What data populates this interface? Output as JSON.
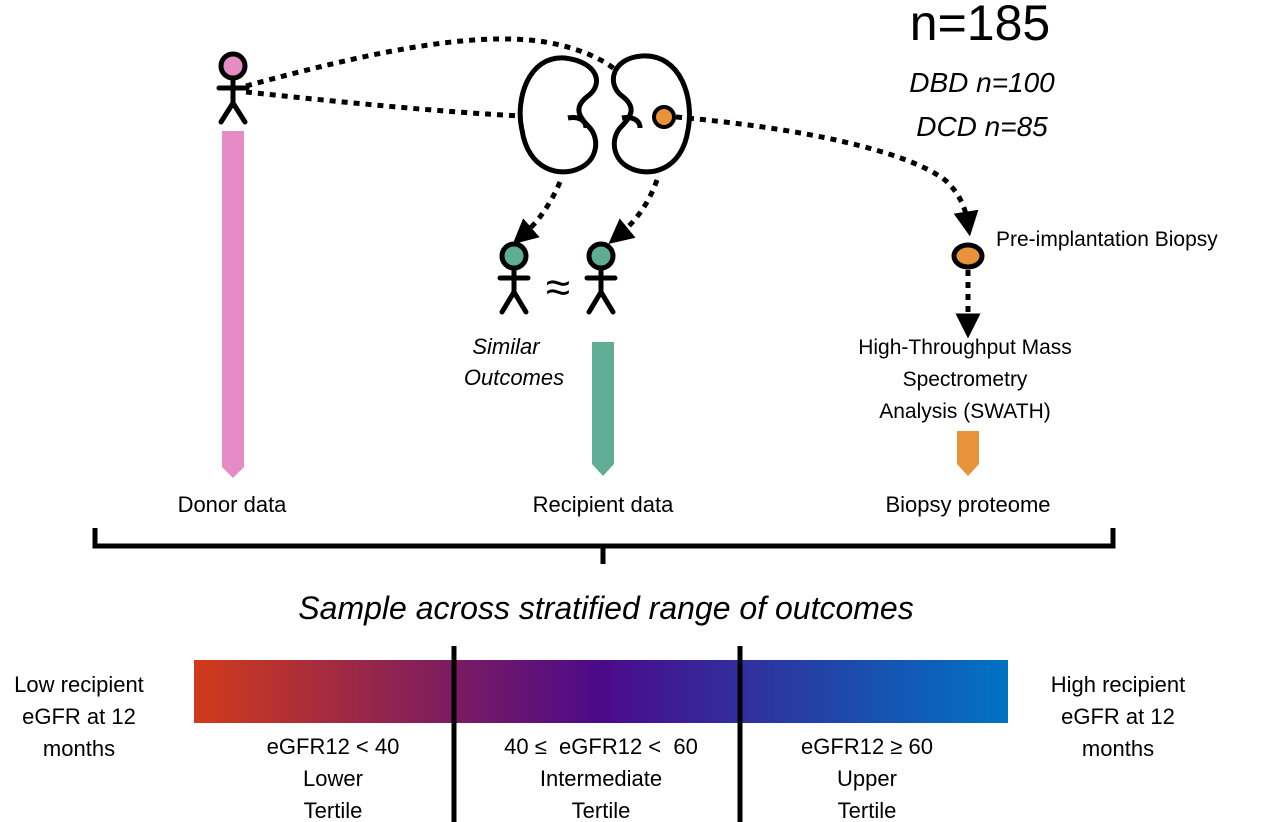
{
  "header": {
    "total": "n=185",
    "dbd": "DBD n=100",
    "dcd": "DCD n=85"
  },
  "flow": {
    "biopsy_label": "Pre-implantation Biopsy",
    "approx_symbol": "≈",
    "similar_line1": "Similar",
    "similar_line2": "Outcomes",
    "ms_line1": "High-Throughput Mass",
    "ms_line2": "Spectrometry",
    "ms_line3": "Analysis (SWATH)"
  },
  "data_sources": {
    "donor": "Donor data",
    "recipient": "Recipient data",
    "biopsy": "Biopsy proteome"
  },
  "sample_title": "Sample across stratified range of outcomes",
  "gradient": {
    "left_line1": "Low recipient",
    "left_line2": "eGFR at 12",
    "left_line3": "months",
    "right_line1": "High recipient",
    "right_line2": "eGFR at 12",
    "right_line3": "months",
    "colors": {
      "low": "#d13b1a",
      "mid": "#4b0a8a",
      "high": "#0073c2"
    }
  },
  "tertiles": [
    {
      "line1": "eGFR12 < 40",
      "line2": "Lower",
      "line3": "Tertile"
    },
    {
      "line1": "40 ≤  eGFR12 <  60",
      "line2": "Intermediate",
      "line3": "Tertile"
    },
    {
      "line1": "eGFR12 ≥ 60",
      "line2": "Upper",
      "line3": "Tertile"
    }
  ],
  "colors": {
    "donor": "#e58bc6",
    "recipient": "#5fad94",
    "biopsy": "#e8923a"
  }
}
